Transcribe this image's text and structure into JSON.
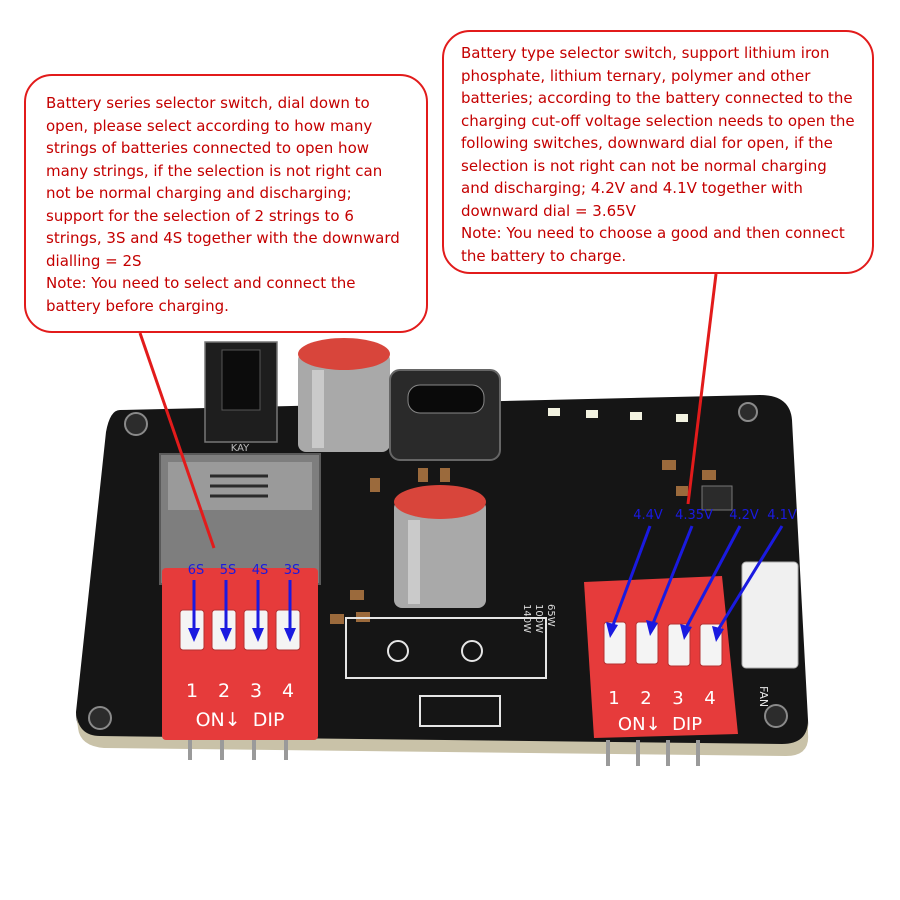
{
  "left_callout": {
    "body": "Battery series selector switch, dial down to open, please select according to how many strings of batteries connected to open how many strings, if the selection is not right can not be normal charging and discharging; support for the selection of 2 strings to 6 strings, 3S and 4S together with the downward dialling = 2S",
    "note": "Note: You need to select and connect the battery before charging."
  },
  "right_callout": {
    "body": "Battery type selector switch, support lithium iron phosphate, lithium ternary, polymer and other batteries; according to the battery connected to the charging cut-off voltage selection needs to open the following switches, downward dial for open, if the selection is not right can not be normal charging and discharging; 4.2V and 4.1V together with downward dial = 3.65V",
    "note": "Note: You need to choose a good and then connect the battery to charge."
  },
  "left_switch": {
    "labels": [
      "6S",
      "5S",
      "4S",
      "3S"
    ],
    "numbers": [
      "1",
      "2",
      "3",
      "4"
    ],
    "marking": "ON↓  DIP"
  },
  "right_switch": {
    "labels": [
      "4.4V",
      "4.35V",
      "4.2V",
      "4.1V"
    ],
    "numbers": [
      "1",
      "2",
      "3",
      "4"
    ],
    "marking": "ON↓  DIP"
  },
  "board_text": {
    "button": "KAY",
    "fan": "FAN",
    "cap_silk": [
      "65W",
      "100W",
      "140W"
    ]
  },
  "colors": {
    "callout_border": "#e21b1b",
    "callout_text": "#c40000",
    "pointer_line": "#e21b1b",
    "dip_switch": "#e63b3b",
    "label_arrows": "#1a1ae0",
    "pcb": "#151515"
  }
}
